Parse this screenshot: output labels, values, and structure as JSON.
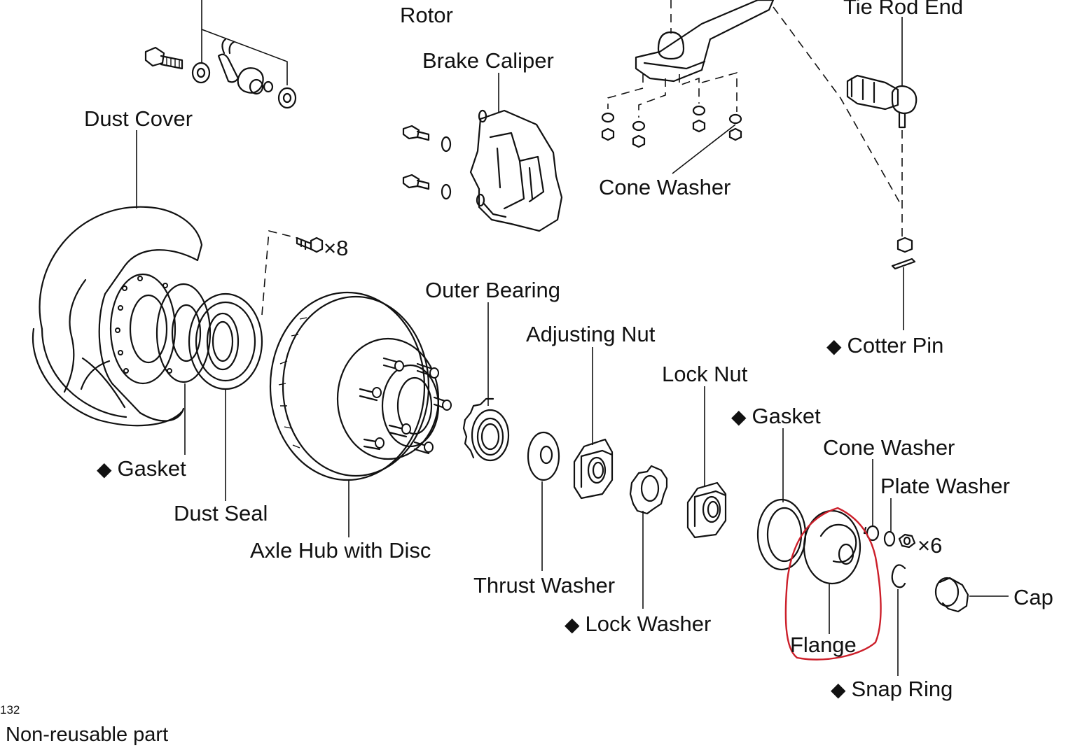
{
  "labels": {
    "rotor": "Rotor",
    "brake_caliper": "Brake Caliper",
    "tie_rod_end": "Tie Rod End",
    "dust_cover": "Dust Cover",
    "cone_washer_top": "Cone Washer",
    "x8": "×8",
    "outer_bearing": "Outer Bearing",
    "adjusting_nut": "Adjusting Nut",
    "cotter_pin": "Cotter Pin",
    "lock_nut": "Lock Nut",
    "gasket_right": "Gasket",
    "cone_washer_right": "Cone Washer",
    "plate_washer": "Plate Washer",
    "x6": "×6",
    "gasket_left": "Gasket",
    "dust_seal": "Dust Seal",
    "axle_hub": "Axle Hub with Disc",
    "thrust_washer": "Thrust Washer",
    "lock_washer": "Lock Washer",
    "cap": "Cap",
    "flange": "Flange",
    "snap_ring": "Snap Ring",
    "figure_code": "132",
    "legend": "Non-reusable part"
  },
  "symbols": {
    "non_reusable": "◆"
  },
  "colors": {
    "line": "#111111",
    "highlight": "#cc1f2a",
    "background": "#ffffff"
  }
}
